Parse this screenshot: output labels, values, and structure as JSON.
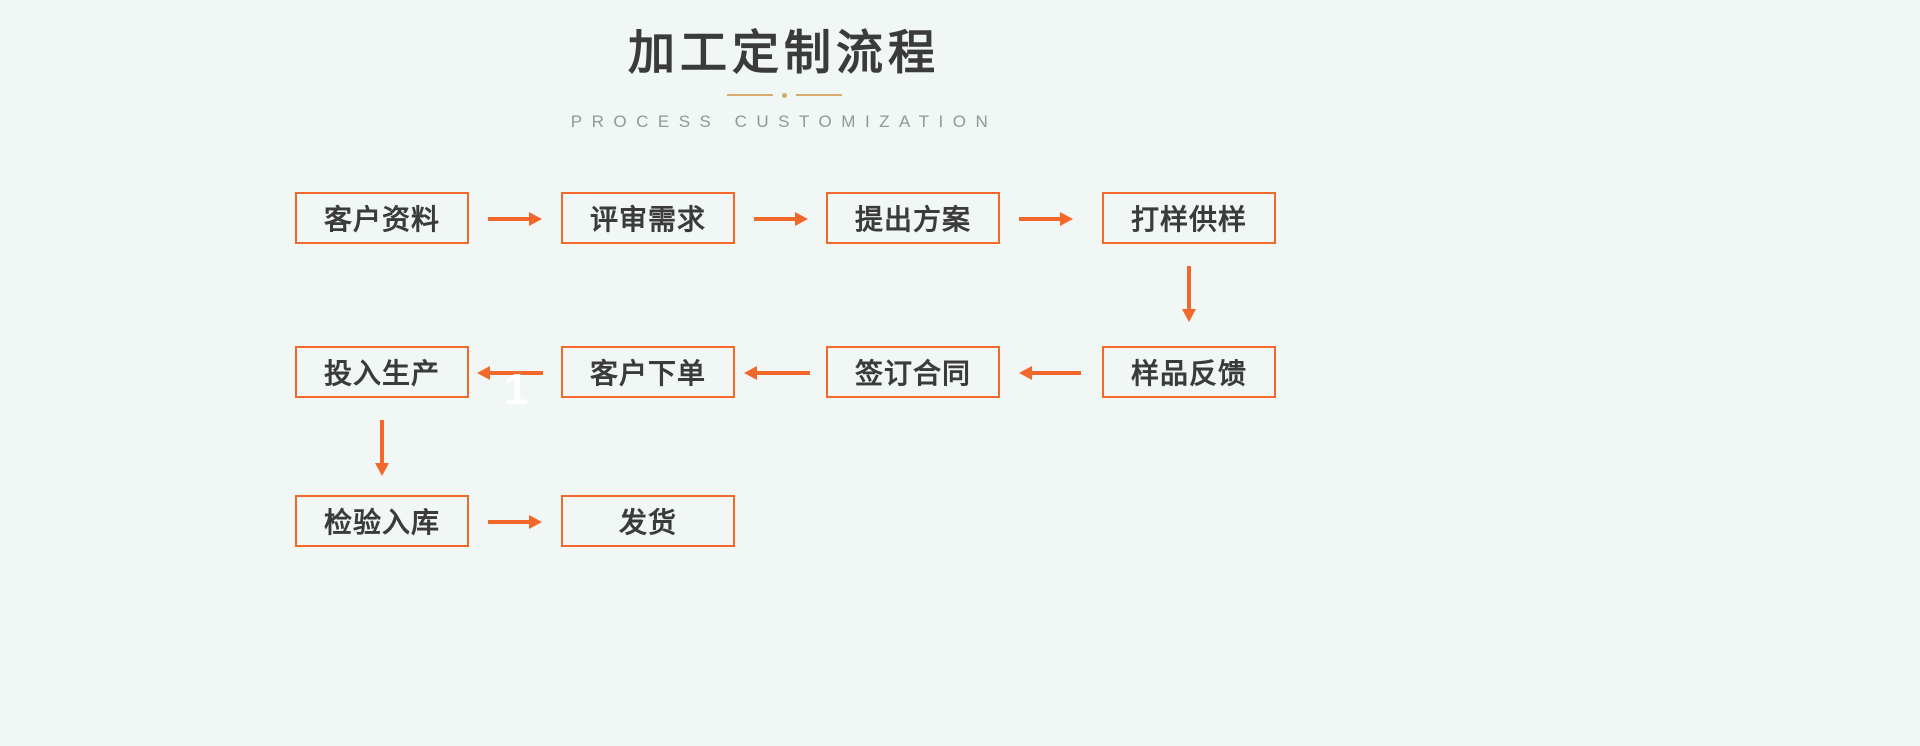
{
  "theme": {
    "background_color": "#F0F7F4",
    "accent_color": "#F2682A",
    "title_color": "#3B3B3B",
    "subtitle_color": "#8E9A96",
    "ornament_color": "#D6AB6B"
  },
  "header": {
    "title": "加工定制流程",
    "subtitle": "PROCESS CUSTOMIZATION"
  },
  "flow": {
    "rows": [
      {
        "direction": "left-to-right",
        "nodes": [
          {
            "label": "客户资料"
          },
          {
            "label": "评审需求"
          },
          {
            "label": "提出方案"
          },
          {
            "label": "打样供样"
          }
        ]
      },
      {
        "direction": "right-to-left",
        "nodes": [
          {
            "label": "投入生产"
          },
          {
            "label": "客户下单"
          },
          {
            "label": "签订合同"
          },
          {
            "label": "样品反馈"
          }
        ]
      },
      {
        "direction": "left-to-right",
        "nodes": [
          {
            "label": "检验入库"
          },
          {
            "label": "发货"
          }
        ]
      }
    ],
    "connectors": {
      "row1_arrows": [
        "arrow-right",
        "arrow-right",
        "arrow-right"
      ],
      "row1_to_row2": "arrow-down",
      "row2_arrows": [
        "arrow-left",
        "arrow-left",
        "arrow-left"
      ],
      "row2_to_row3": "arrow-down",
      "row3_arrows": [
        "arrow-right"
      ]
    },
    "sequence": [
      "客户资料",
      "评审需求",
      "提出方案",
      "打样供样",
      "样品反馈",
      "签订合同",
      "客户下单",
      "投入生产",
      "检验入库",
      "发货"
    ]
  },
  "artifacts": {
    "stray_numeral": "1"
  }
}
